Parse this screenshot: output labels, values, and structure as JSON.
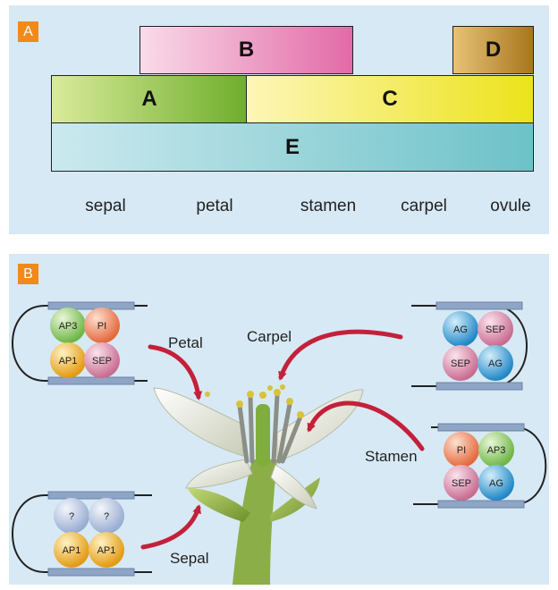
{
  "panel_a": {
    "badge": "A",
    "bars": {
      "b": {
        "label": "B",
        "color_from": "#fadbe9",
        "color_to": "#e26aa7"
      },
      "d": {
        "label": "D",
        "color_from": "#e8c276",
        "color_to": "#a8761e"
      },
      "a": {
        "label": "A",
        "color_from": "#d9eb9a",
        "color_to": "#6fae2c"
      },
      "c": {
        "label": "C",
        "color_from": "#fdf6b8",
        "color_to": "#ece31a"
      },
      "e": {
        "label": "E",
        "color_from": "#cbe9ee",
        "color_to": "#6cc2c8"
      }
    },
    "organs": [
      "sepal",
      "petal",
      "stamen",
      "carpel",
      "ovule"
    ]
  },
  "panel_b": {
    "badge": "B",
    "labels": {
      "petal": "Petal",
      "carpel": "Carpel",
      "stamen": "Stamen",
      "sepal": "Sepal"
    },
    "complexes": {
      "petal": [
        "AP3",
        "PI",
        "AP1",
        "SEP"
      ],
      "carpel": [
        "AG",
        "SEP",
        "SEP",
        "AG"
      ],
      "stamen": [
        "PI",
        "AP3",
        "SEP",
        "AG"
      ],
      "sepal": [
        "?",
        "?",
        "AP1",
        "AP1"
      ]
    },
    "protein_colors": {
      "AP3": "#8fcf6a",
      "PI": "#f2845a",
      "AP1": "#f2b52c",
      "SEP": "#dd8fae",
      "AG": "#3aa6de",
      "?": "#b7c9e6"
    },
    "arrow_color": "#c4203a"
  }
}
